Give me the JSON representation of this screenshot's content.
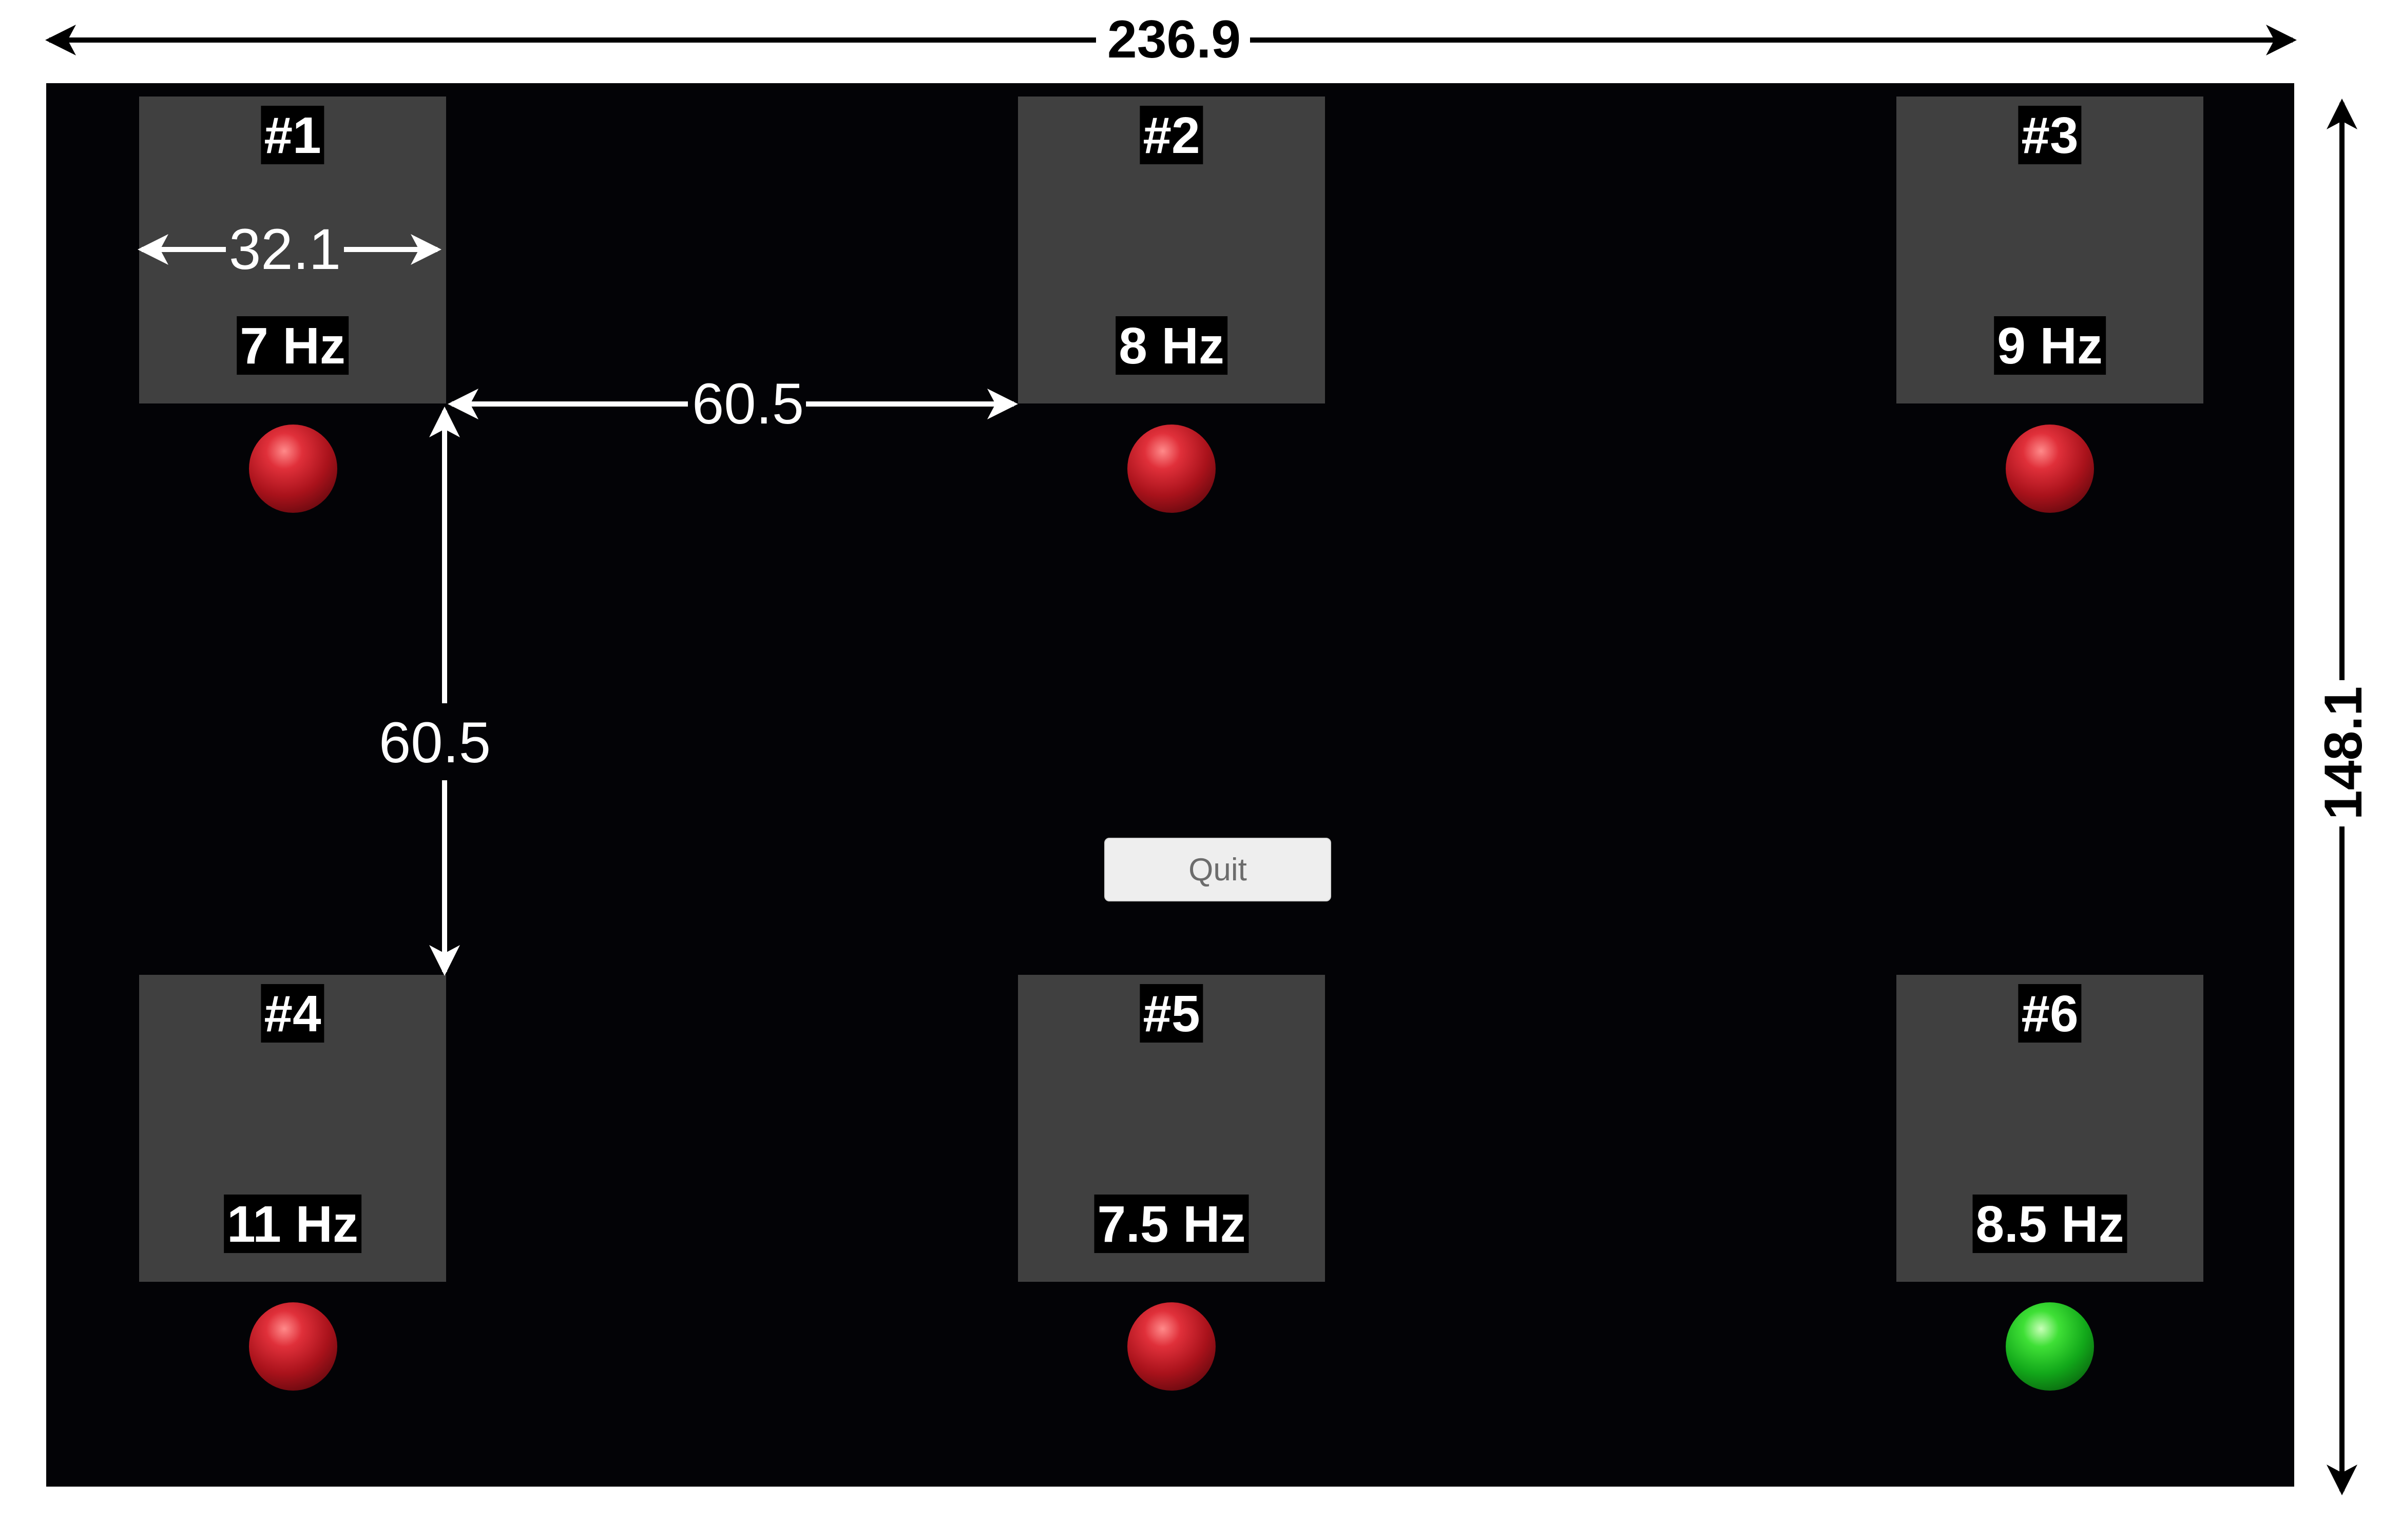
{
  "dimensions": {
    "overall_width": "236.9",
    "overall_height": "148.1",
    "target_width": "32.1",
    "horizontal_spacing": "60.5",
    "vertical_spacing": "60.5"
  },
  "targets": [
    {
      "label": "#1",
      "frequency": "7 Hz",
      "indicator": "red"
    },
    {
      "label": "#2",
      "frequency": "8 Hz",
      "indicator": "red"
    },
    {
      "label": "#3",
      "frequency": "9 Hz",
      "indicator": "red"
    },
    {
      "label": "#4",
      "frequency": "11 Hz",
      "indicator": "red"
    },
    {
      "label": "#5",
      "frequency": "7.5 Hz",
      "indicator": "red"
    },
    {
      "label": "#6",
      "frequency": "8.5 Hz",
      "indicator": "green"
    }
  ],
  "quit_button": {
    "label": "Quit"
  },
  "colors": {
    "background": "#030306",
    "target_panel": "#404040",
    "indicator_inactive": "#c0202a",
    "indicator_active": "#22c222",
    "dimension_lines_outer": "#000000",
    "dimension_lines_inner": "#ffffff"
  }
}
